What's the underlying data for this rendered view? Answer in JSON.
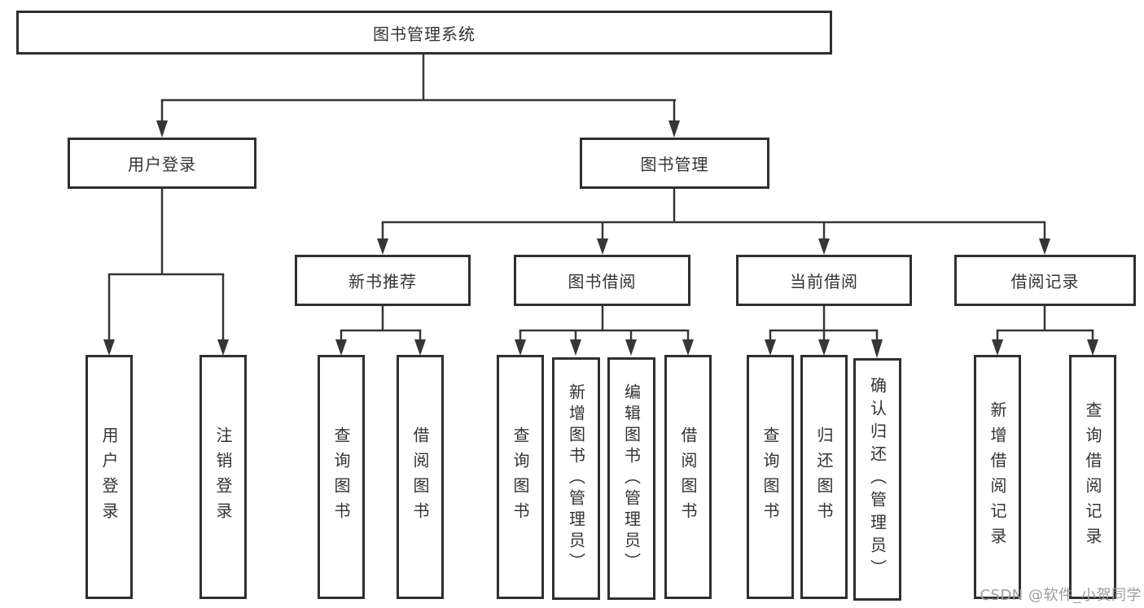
{
  "page": {
    "background": "#ffffff",
    "line_color": "#363636",
    "box_border_color": "#2f2f2f",
    "text_color": "#333333",
    "watermark": "CSDN @软件_小贺同学"
  },
  "diagram": {
    "root": {
      "label": "图书管理系统"
    },
    "branches": [
      {
        "label": "用户登录",
        "children": [
          "用户登录",
          "注销登录"
        ]
      },
      {
        "label": "图书管理",
        "sections": [
          {
            "label": "新书推荐",
            "children": [
              "查询图书",
              "借阅图书"
            ]
          },
          {
            "label": "图书借阅",
            "children": [
              "查询图书",
              "新增图书（管理员）",
              "编辑图书（管理员）",
              "借阅图书"
            ]
          },
          {
            "label": "当前借阅",
            "children": [
              "查询图书",
              "归还图书",
              "确认归还（管理员）"
            ]
          },
          {
            "label": "借阅记录",
            "children": [
              "新增借阅记录",
              "查询借阅记录"
            ]
          }
        ]
      }
    ]
  }
}
